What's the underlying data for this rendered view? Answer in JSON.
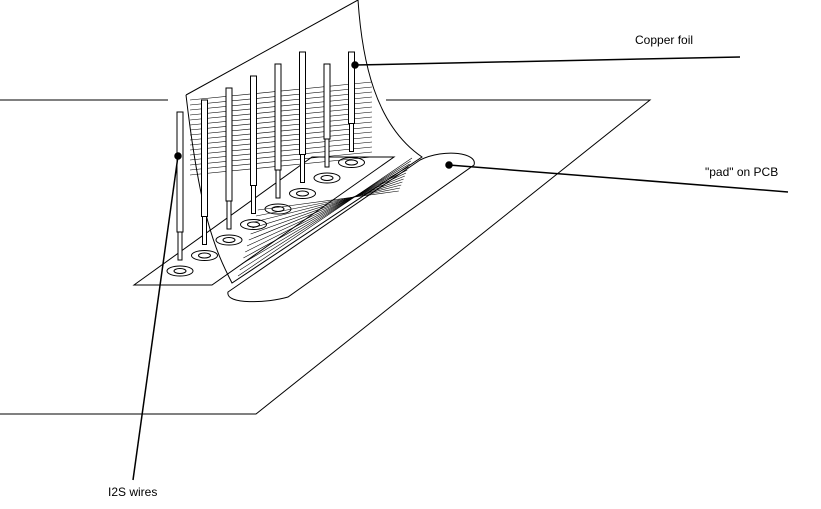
{
  "labels": {
    "copper_foil": "Copper foil",
    "pad_on_pcb": "\"pad\" on PCB",
    "i2s_wires": "I2S wires"
  },
  "wire_count": 8,
  "colors": {
    "line": "#000000",
    "background": "#ffffff"
  }
}
